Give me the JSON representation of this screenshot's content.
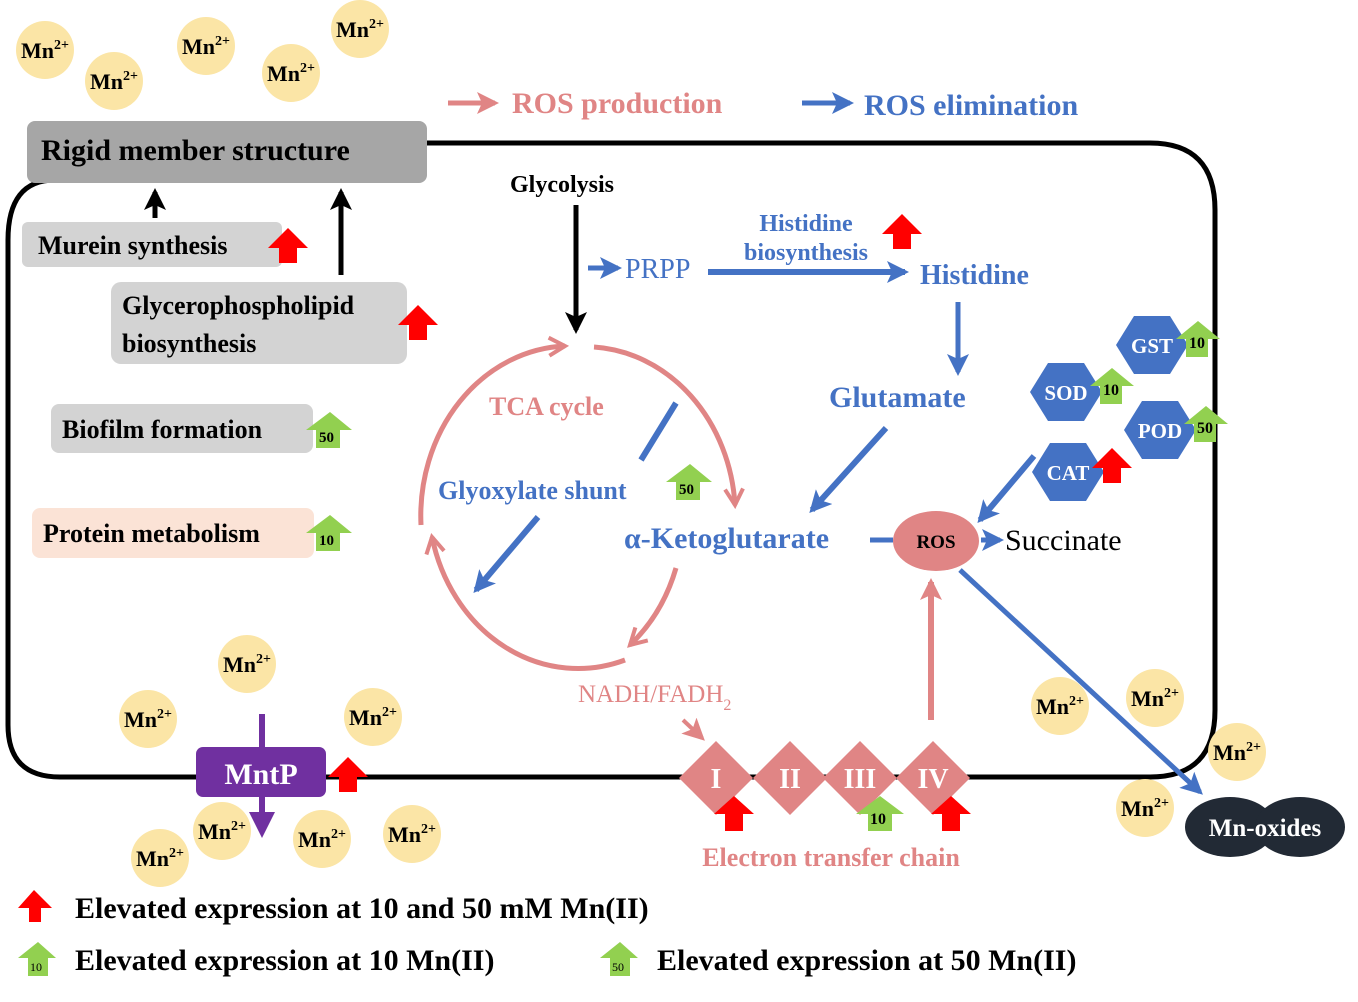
{
  "colors": {
    "ros_production": "#e08585",
    "ros_elimination": "#4472c4",
    "ion_fill": "#fbe5a6",
    "box_gray_dark": "#a6a6a6",
    "box_gray_light": "#d3d3d3",
    "box_peach": "#fbe3d6",
    "red_arrow": "#ff0000",
    "green_arrow": "#92d050",
    "mntp": "#7030a0",
    "mn_oxides": "#222a35",
    "enzyme_fill": "#4472c4",
    "etc_fill": "#e08585"
  },
  "ion_label": "Mn",
  "ion_charge": "2+",
  "legend_top": {
    "production": "ROS production",
    "elimination": "ROS elimination"
  },
  "cell_wall": {
    "rigid": "Rigid member structure",
    "murein": "Murein synthesis",
    "glycero_line1": "Glycerophospholipid",
    "glycero_line2": "biosynthesis",
    "biofilm": "Biofilm formation",
    "protein": "Protein metabolism"
  },
  "pathway": {
    "glycolysis": "Glycolysis",
    "prpp": "PRPP",
    "his_bio_line1": "Histidine",
    "his_bio_line2": "biosynthesis",
    "histidine": "Histidine",
    "glutamate": "Glutamate",
    "tca": "TCA cycle",
    "glyoxylate": "Glyoxylate shunt",
    "akg": "α-Ketoglutarate",
    "ros": "ROS",
    "succinate": "Succinate",
    "nadh": "NADH/FADH",
    "nadh_sub": "2",
    "etc_label": "Electron transfer chain",
    "etc_complexes": [
      "I",
      "II",
      "III",
      "IV"
    ],
    "mntp": "MntP",
    "mn_oxides": "Mn-oxides"
  },
  "enzymes": [
    "GST",
    "SOD",
    "POD",
    "CAT"
  ],
  "badges": {
    "biofilm": "50",
    "protein": "10",
    "glyoxylate": "50",
    "gst": "10",
    "sod": "10",
    "pod": "50",
    "etc_iii": "10"
  },
  "legend_bottom": {
    "red": "Elevated expression at 10 and 50 mM Mn(II)",
    "green10_badge": "10",
    "green10": "Elevated expression at 10 Mn(II)",
    "green50_badge": "50",
    "green50": "Elevated expression at 50 Mn(II)"
  }
}
